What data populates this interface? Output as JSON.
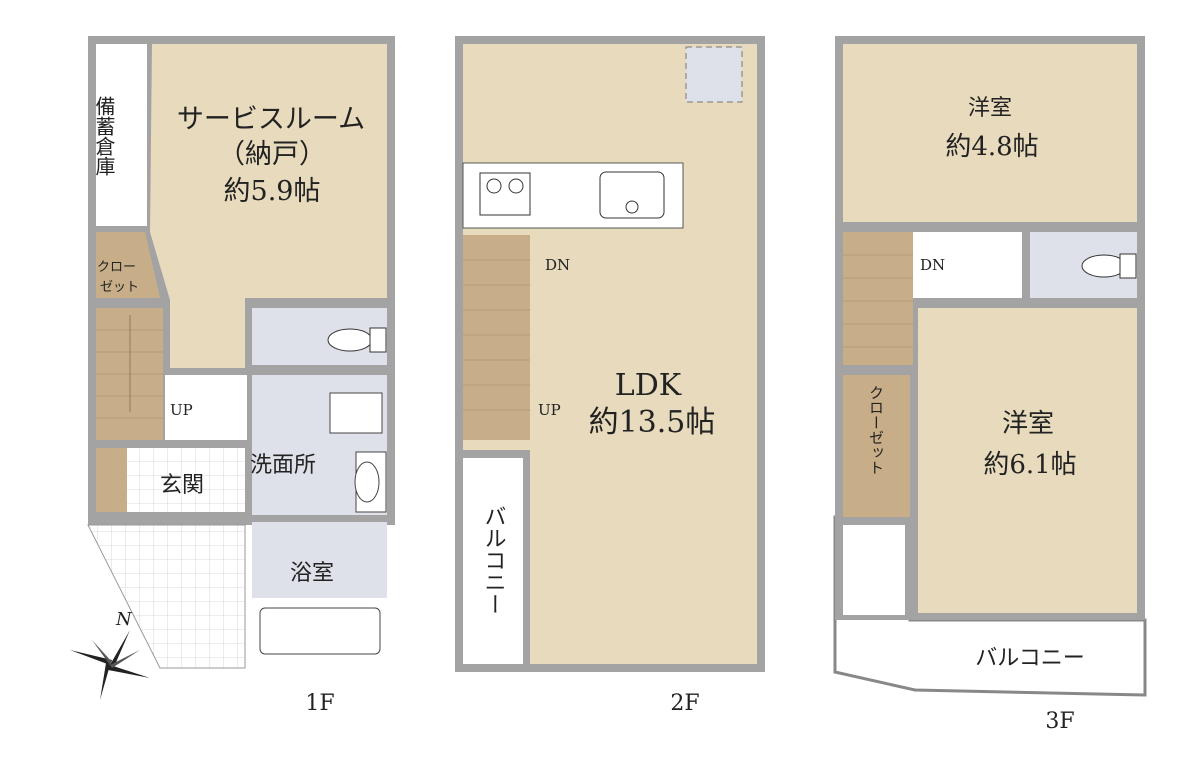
{
  "colors": {
    "room": "#e8dbbd",
    "closet": "#c7ae88",
    "wet": "#dfe1ea",
    "wall": "#a3a3a3",
    "white": "#ffffff"
  },
  "floor1": {
    "label": "1F",
    "service_room": {
      "line1": "サービスルーム",
      "line2": "（納戸）",
      "area": "約5.9帖"
    },
    "storage": "備蓄倉庫",
    "closet_line1": "クロー",
    "closet_line2": "ゼット",
    "up": "UP",
    "entrance": "玄関",
    "washroom": "洗面所",
    "bathroom": "浴室",
    "compass": "N"
  },
  "floor2": {
    "label": "2F",
    "ldk": {
      "name": "LDK",
      "area": "約13.5帖"
    },
    "dn": "DN",
    "up": "UP",
    "balcony": "バルコニー"
  },
  "floor3": {
    "label": "3F",
    "room1": {
      "name": "洋室",
      "area": "約4.8帖"
    },
    "room2": {
      "name": "洋室",
      "area": "約6.1帖"
    },
    "dn": "DN",
    "closet": "クローゼット",
    "balcony": "バルコニー"
  }
}
